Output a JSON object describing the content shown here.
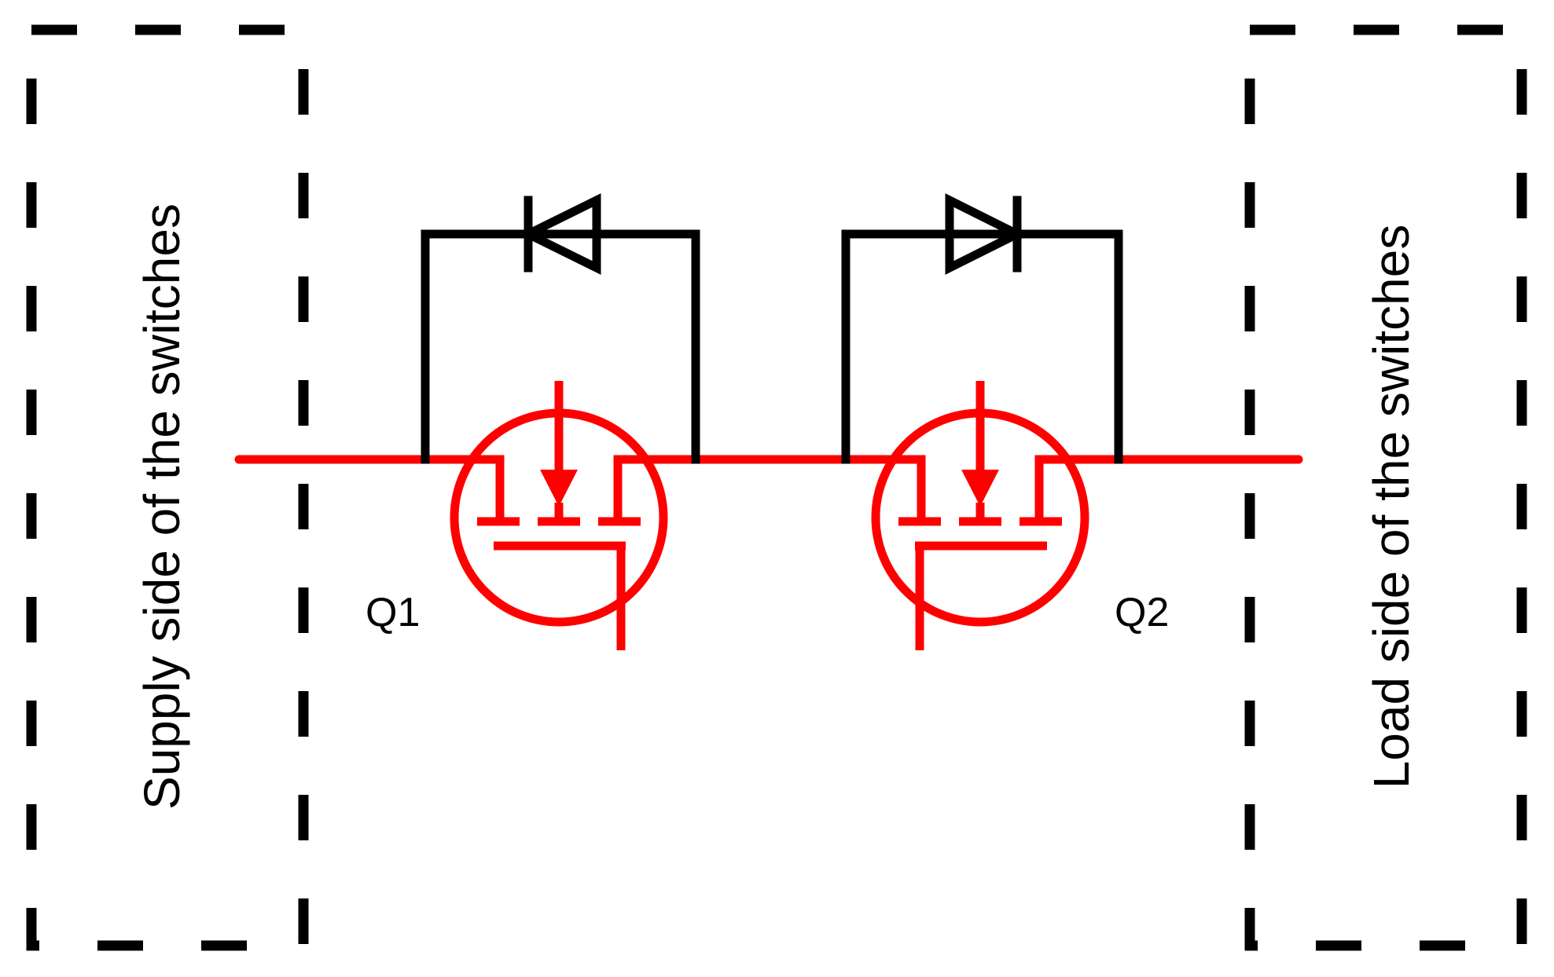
{
  "labels": {
    "supply_side": "Supply side of the switches",
    "load_side": "Load side of the switches",
    "q1": "Q1",
    "q2": "Q2"
  },
  "colors": {
    "switch": "#ff0000",
    "wire": "#000000",
    "background": "#ffffff"
  }
}
